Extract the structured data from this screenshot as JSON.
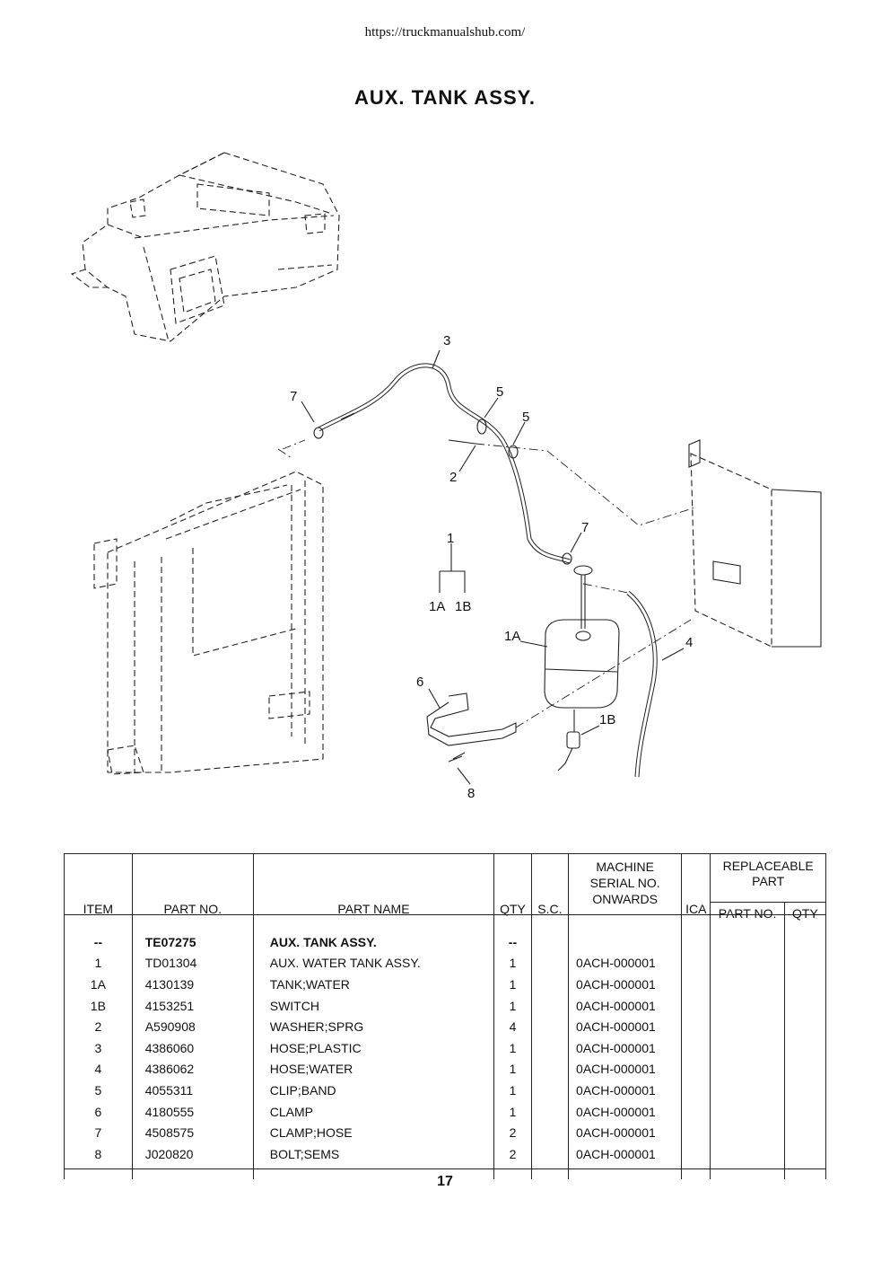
{
  "header": {
    "url": "https://truckmanualshub.com/"
  },
  "title": "AUX. TANK ASSY.",
  "diagram": {
    "callouts": [
      "3",
      "7",
      "5",
      "5",
      "2",
      "1",
      "1A",
      "1B",
      "7",
      "1A",
      "4",
      "6",
      "1B",
      "8"
    ]
  },
  "table": {
    "headers": {
      "item": "ITEM",
      "part_no": "PART NO.",
      "part_name": "PART NAME",
      "qty": "QTY",
      "sc": "S.C.",
      "machine_serial_1": "MACHINE",
      "machine_serial_2": "SERIAL NO.",
      "machine_serial_3": "ONWARDS",
      "ica": "ICA",
      "replaceable_1": "REPLACEABLE",
      "replaceable_2": "PART",
      "rep_part_no": "PART NO.",
      "rep_qty": "QTY"
    },
    "rows": [
      {
        "item": "--",
        "part_no": "TE07275",
        "part_name": "AUX. TANK ASSY.",
        "qty": "--",
        "serial": ""
      },
      {
        "item": "1",
        "part_no": "TD01304",
        "part_name": "AUX. WATER TANK ASSY.",
        "qty": "1",
        "serial": "0ACH-000001"
      },
      {
        "item": "1A",
        "part_no": "4130139",
        "part_name": "TANK;WATER",
        "qty": "1",
        "serial": "0ACH-000001"
      },
      {
        "item": "1B",
        "part_no": "4153251",
        "part_name": "SWITCH",
        "qty": "1",
        "serial": "0ACH-000001"
      },
      {
        "item": "2",
        "part_no": "A590908",
        "part_name": "WASHER;SPRG",
        "qty": "4",
        "serial": "0ACH-000001"
      },
      {
        "item": "3",
        "part_no": "4386060",
        "part_name": "HOSE;PLASTIC",
        "qty": "1",
        "serial": "0ACH-000001"
      },
      {
        "item": "4",
        "part_no": "4386062",
        "part_name": "HOSE;WATER",
        "qty": "1",
        "serial": "0ACH-000001"
      },
      {
        "item": "5",
        "part_no": "4055311",
        "part_name": "CLIP;BAND",
        "qty": "1",
        "serial": "0ACH-000001"
      },
      {
        "item": "6",
        "part_no": "4180555",
        "part_name": "CLAMP",
        "qty": "1",
        "serial": "0ACH-000001"
      },
      {
        "item": "7",
        "part_no": "4508575",
        "part_name": "CLAMP;HOSE",
        "qty": "2",
        "serial": "0ACH-000001"
      },
      {
        "item": "8",
        "part_no": "J020820",
        "part_name": "BOLT;SEMS",
        "qty": "2",
        "serial": "0ACH-000001"
      }
    ]
  },
  "footer": {
    "page_number": "17"
  }
}
